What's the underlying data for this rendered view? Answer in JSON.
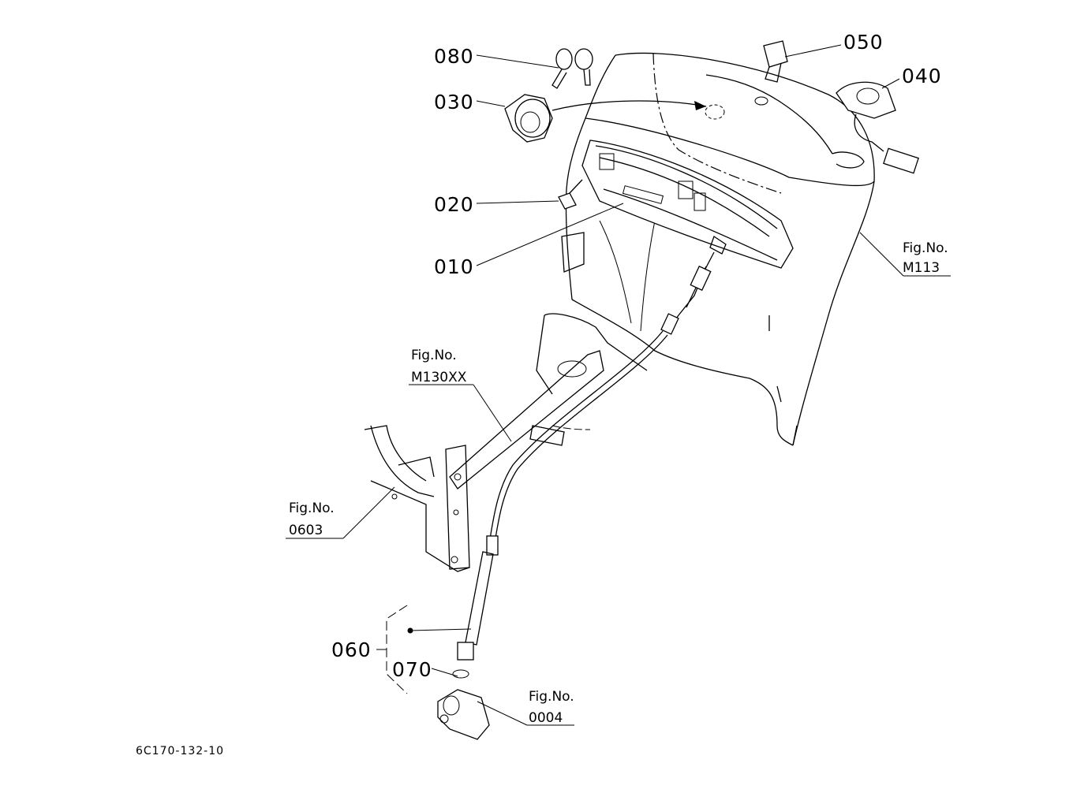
{
  "callouts": {
    "p080": "080",
    "p030": "030",
    "p020": "020",
    "p010": "010",
    "p050": "050",
    "p040": "040",
    "p060": "060",
    "p070": "070"
  },
  "fig_refs": {
    "m113": {
      "prefix": "Fig.No.",
      "number": "M113"
    },
    "m130xx": {
      "prefix": "Fig.No.",
      "number": "M130XX"
    },
    "f0603": {
      "prefix": "Fig.No.",
      "number": "0603"
    },
    "f0004": {
      "prefix": "Fig.No.",
      "number": "0004"
    }
  },
  "drawing_code": "6C170-132-10"
}
